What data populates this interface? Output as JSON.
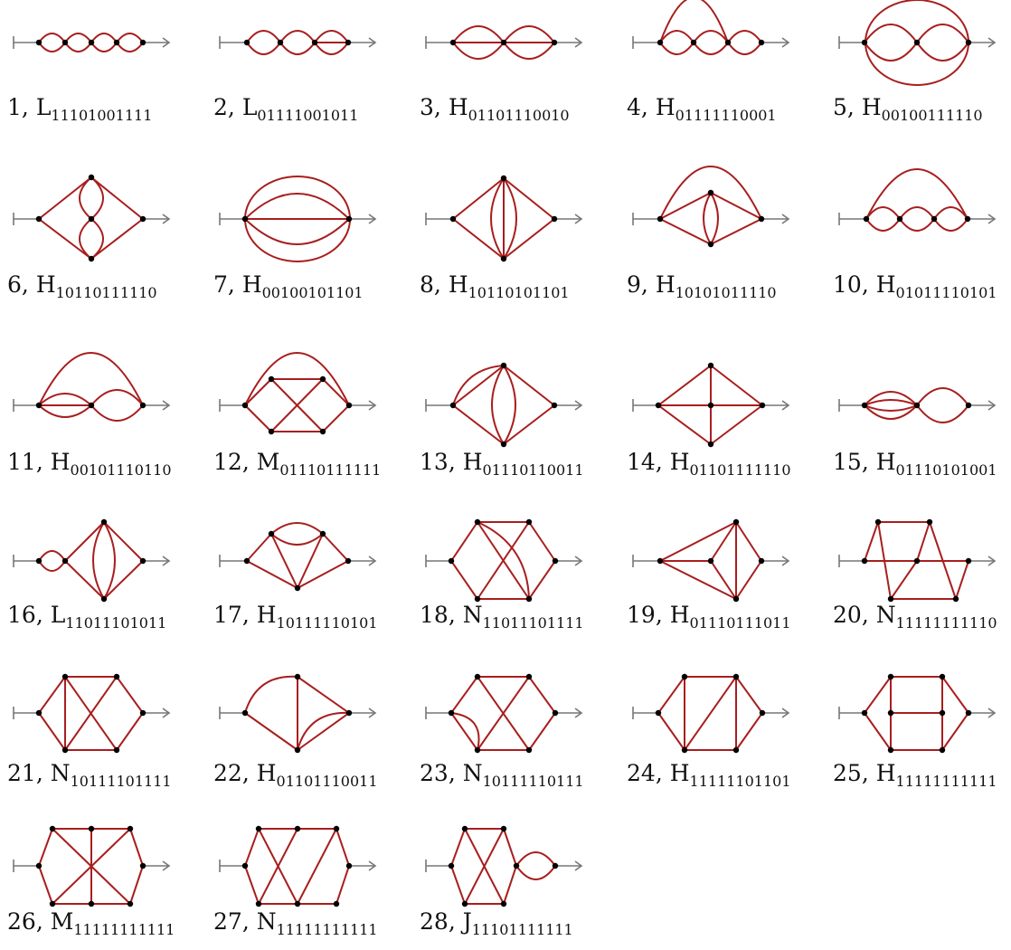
{
  "colors": {
    "edge": "#a81e1e",
    "external": "#777777",
    "vertex": "#000000"
  },
  "diagrams": [
    {
      "num": "1",
      "letter": "L",
      "code": "11101001111"
    },
    {
      "num": "2",
      "letter": "L",
      "code": "01111001011"
    },
    {
      "num": "3",
      "letter": "H",
      "code": "01101110010"
    },
    {
      "num": "4",
      "letter": "H",
      "code": "01111110001"
    },
    {
      "num": "5",
      "letter": "H",
      "code": "00100111110"
    },
    {
      "num": "6",
      "letter": "H",
      "code": "10110111110"
    },
    {
      "num": "7",
      "letter": "H",
      "code": "00100101101"
    },
    {
      "num": "8",
      "letter": "H",
      "code": "10110101101"
    },
    {
      "num": "9",
      "letter": "H",
      "code": "10101011110"
    },
    {
      "num": "10",
      "letter": "H",
      "code": "01011110101"
    },
    {
      "num": "11",
      "letter": "H",
      "code": "00101110110"
    },
    {
      "num": "12",
      "letter": "M",
      "code": "01110111111"
    },
    {
      "num": "13",
      "letter": "H",
      "code": "01110110011"
    },
    {
      "num": "14",
      "letter": "H",
      "code": "01101111110"
    },
    {
      "num": "15",
      "letter": "H",
      "code": "01110101001"
    },
    {
      "num": "16",
      "letter": "L",
      "code": "11011101011"
    },
    {
      "num": "17",
      "letter": "H",
      "code": "10111110101"
    },
    {
      "num": "18",
      "letter": "N",
      "code": "11011101111"
    },
    {
      "num": "19",
      "letter": "H",
      "code": "01110111011"
    },
    {
      "num": "20",
      "letter": "N",
      "code": "11111111110"
    },
    {
      "num": "21",
      "letter": "N",
      "code": "10111101111"
    },
    {
      "num": "22",
      "letter": "H",
      "code": "01101110011"
    },
    {
      "num": "23",
      "letter": "N",
      "code": "10111110111"
    },
    {
      "num": "24",
      "letter": "H",
      "code": "11111101101"
    },
    {
      "num": "25",
      "letter": "H",
      "code": "11111111111"
    },
    {
      "num": "26",
      "letter": "M",
      "code": "11111111111"
    },
    {
      "num": "27",
      "letter": "N",
      "code": "11111111111"
    },
    {
      "num": "28",
      "letter": "J",
      "code": "11101111111"
    }
  ]
}
